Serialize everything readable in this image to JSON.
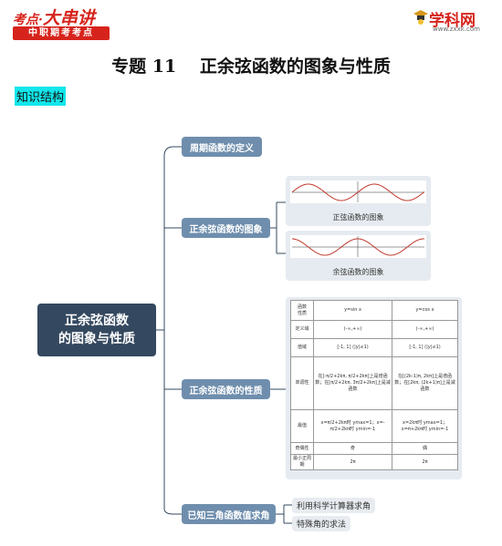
{
  "header": {
    "brand_left_top_a": "考点·",
    "brand_left_top_b": "大串讲",
    "brand_left_band": "中职期考考点",
    "brand_right_name": "学科网",
    "brand_right_url": "www.zxxk.com"
  },
  "title": "专题 11　 正余弦函数的图象与性质",
  "section_label": "知识结构",
  "mindmap": {
    "root_line1": "正余弦函数",
    "root_line2": "的图象与性质",
    "branches": [
      {
        "label": "周期函数的定义"
      },
      {
        "label": "正余弦函数的图象"
      },
      {
        "label": "正余弦函数的性质"
      },
      {
        "label": "已知三角函数值求角"
      }
    ],
    "graphs": [
      {
        "caption": "正弦函数的图象"
      },
      {
        "caption": "余弦函数的图象"
      }
    ],
    "leaves": [
      {
        "label": "利用科学计算器求角"
      },
      {
        "label": "特殊角的求法"
      }
    ]
  },
  "props_table": {
    "corner_top": "函数",
    "corner_bottom": "性质",
    "col_sin": "y=sin x",
    "col_cos": "y=cos x",
    "rows": [
      {
        "name": "定义域",
        "sin": "(-∞,+∞)",
        "cos": "(-∞,+∞)"
      },
      {
        "name": "值域",
        "sin": "[-1, 1] (|y|≤1)",
        "cos": "[-1, 1] (|y|≤1)"
      },
      {
        "name": "单调性",
        "sin": "在[-π/2+2kπ, π/2+2kπ]上是增函数；在[π/2+2kπ, 3π/2+2kπ]上是减函数",
        "cos": "在[(2k-1)π, 2kπ]上是增函数；在[2kπ, (2k+1)π]上是减函数"
      },
      {
        "name": "最值",
        "sin": "x=π/2+2kπ时 ymax=1；x=-π/2+2kπ时 ymin=-1",
        "cos": "x=2kπ时 ymax=1；x=π+2kπ时 ymin=-1"
      },
      {
        "name": "奇偶性",
        "sin": "奇",
        "cos": "偶"
      },
      {
        "name": "最小正周期",
        "sin": "2π",
        "cos": "2π"
      }
    ]
  },
  "colors": {
    "brand_red": "#d6241c",
    "root_bg": "#34485f",
    "branch_bg": "#6f8ead",
    "card_bg": "#e6ebf1",
    "label_highlight": "#12e6ea",
    "curve": "#c0392b"
  }
}
